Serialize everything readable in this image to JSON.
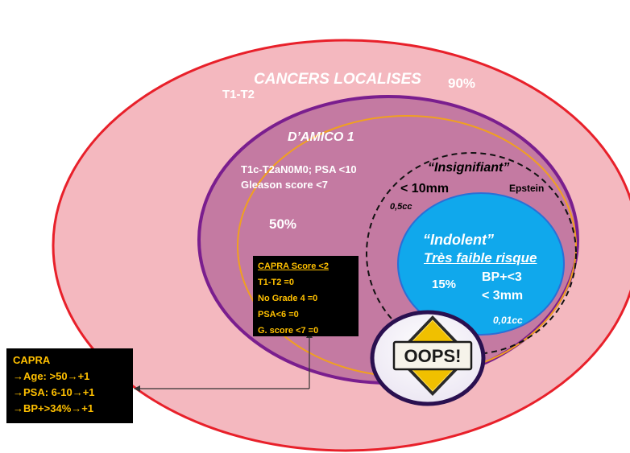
{
  "colors": {
    "outer_fill": "#f4b8bf",
    "outer_stroke": "#e8202a",
    "damico_fill": "#c47aa2",
    "damico_stroke": "#7a1e8e",
    "orange_line": "#f0a020",
    "indolent_fill": "#10a8ec",
    "indolent_stroke": "#2a6fd6",
    "box_bg": "#000000",
    "box_text": "#ffc000",
    "sign_fill": "#f0c000"
  },
  "localises": {
    "title": "CANCERS LOCALISES",
    "stage": "T1-T2",
    "percent": "90%"
  },
  "damico": {
    "title": "D’AMICO 1",
    "criteria_1": "T1c-T2aN0M0; PSA <10",
    "criteria_2": "Gleason score <7",
    "percent": "50%"
  },
  "insignifiant": {
    "title": "“Insignifiant”",
    "size": "< 10mm",
    "volume": "0,5cc",
    "author": "Epstein"
  },
  "indolent": {
    "title": "“Indolent”",
    "subtitle": "Très faible risque",
    "percent": "15%",
    "bp": "BP+<3",
    "size": "< 3mm",
    "volume": "0,01cc"
  },
  "capra_score_box": {
    "title": "CAPRA Score <2",
    "lines": [
      "T1-T2 =0",
      "No Grade 4 =0",
      "PSA<6 =0",
      "G. score <7 =0"
    ]
  },
  "capra_box": {
    "title": "CAPRA",
    "lines": [
      "Age: >50",
      "PSA: 6-10",
      "BP+>34%"
    ],
    "result": "+1"
  },
  "oops_sign": {
    "text": "OOPS!"
  },
  "icons": {
    "arrow": "arrow-right-icon",
    "sign": "warning-sign-icon"
  }
}
